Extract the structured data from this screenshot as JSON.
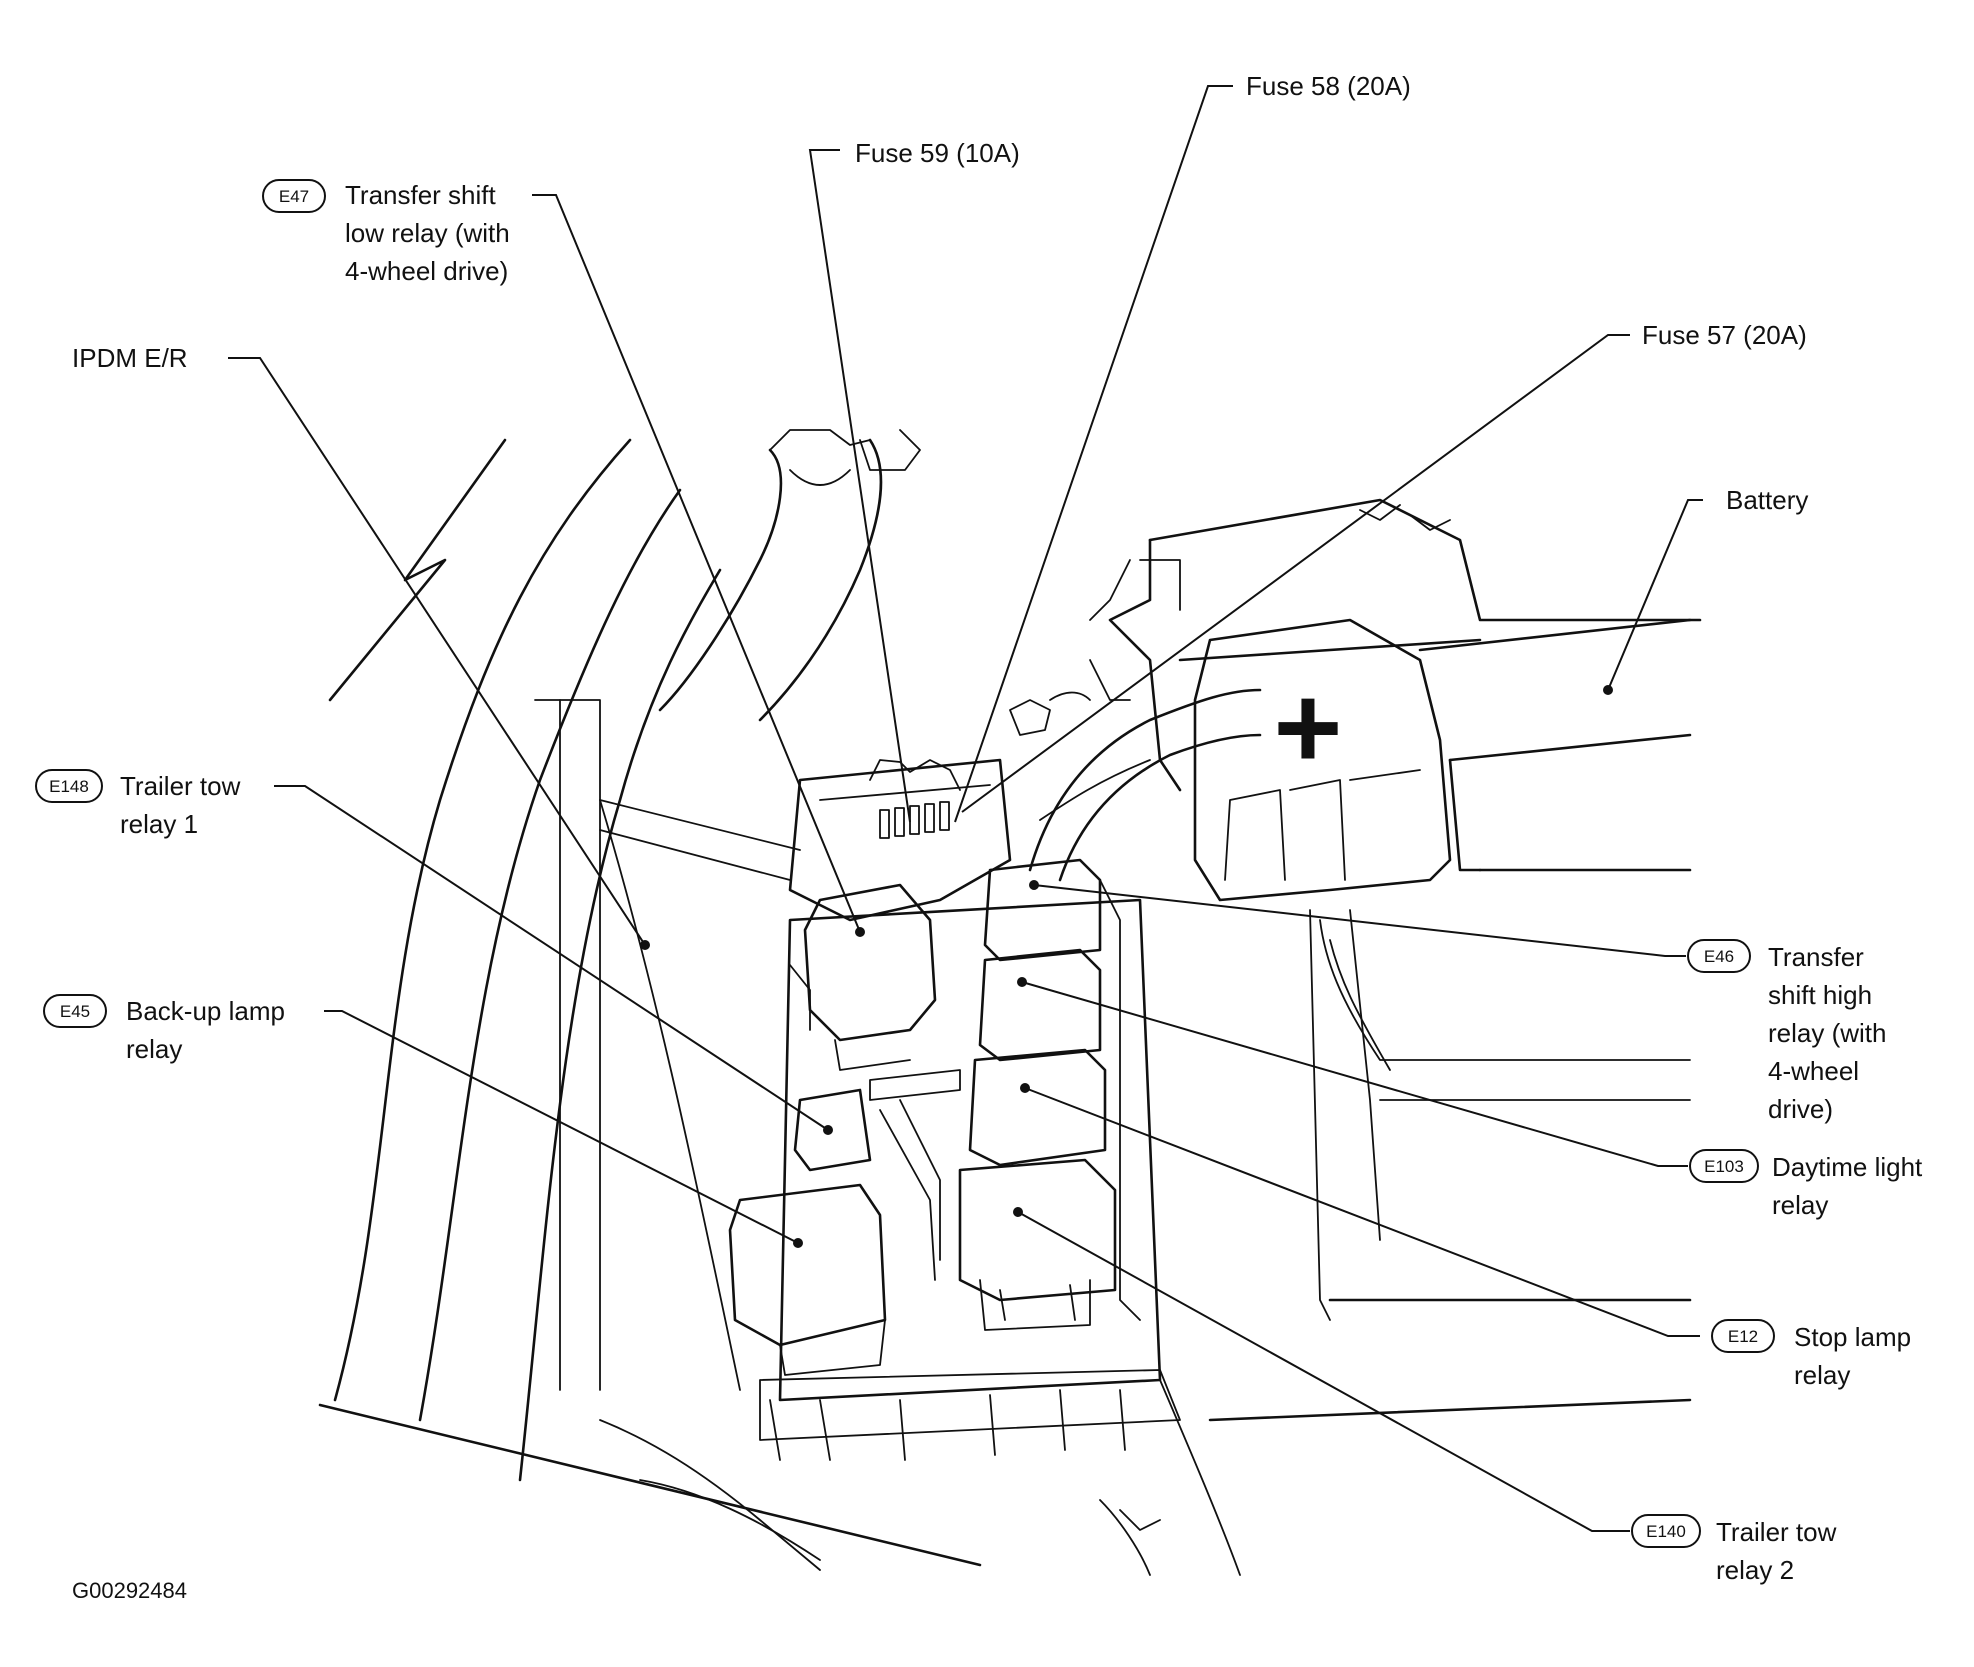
{
  "labels": {
    "fuse58": "Fuse 58 (20A)",
    "fuse59": "Fuse 59 (10A)",
    "fuse57": "Fuse 57 (20A)",
    "ipdm": "IPDM E/R",
    "battery": "Battery",
    "e47": {
      "code": "E47",
      "lines": [
        "Transfer shift",
        "low relay (with",
        "4-wheel drive)"
      ]
    },
    "e148": {
      "code": "E148",
      "lines": [
        "Trailer tow",
        "relay 1"
      ]
    },
    "e45": {
      "code": "E45",
      "lines": [
        "Back-up lamp",
        "relay"
      ]
    },
    "e46": {
      "code": "E46",
      "lines": [
        "Transfer",
        "shift high",
        "relay (with",
        "4-wheel",
        "drive)"
      ]
    },
    "e103": {
      "code": "E103",
      "lines": [
        "Daytime light",
        "relay"
      ]
    },
    "e12": {
      "code": "E12",
      "lines": [
        "Stop lamp",
        "relay"
      ]
    },
    "e140": {
      "code": "E140",
      "lines": [
        "Trailer tow",
        "relay 2"
      ]
    }
  },
  "battery_symbol": "+",
  "figure_id": "G00292484"
}
